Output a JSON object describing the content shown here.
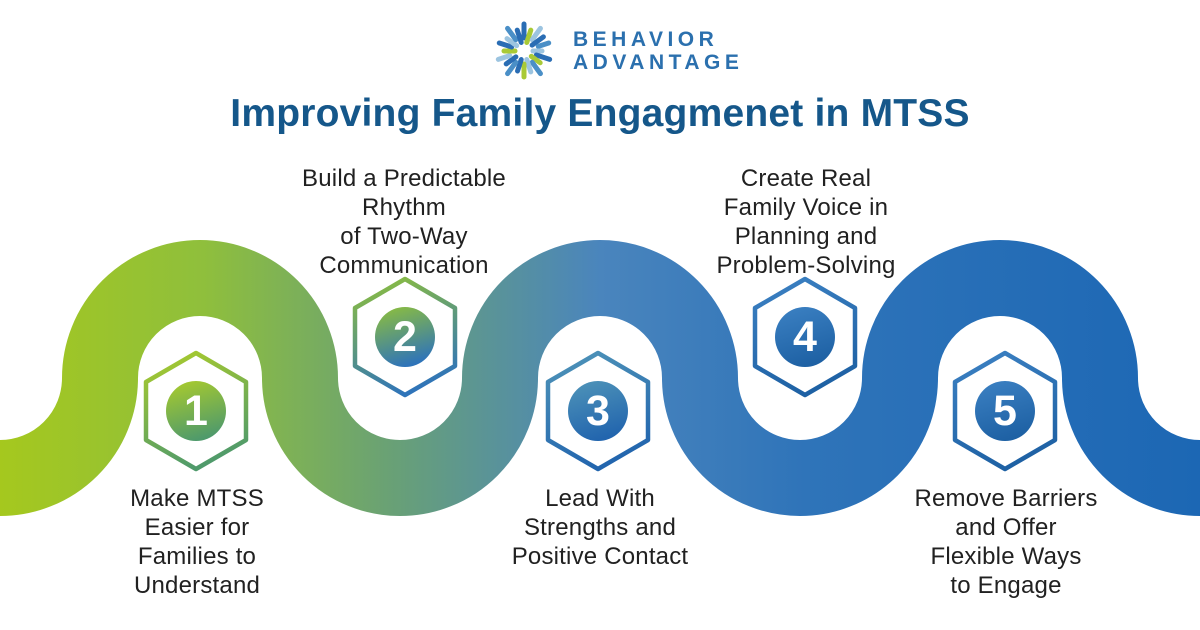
{
  "brand": {
    "line1": "BEHAVIOR",
    "line2": "ADVANTAGE",
    "text_color": "#2b70ae",
    "icon_colors": {
      "navy": "#2a6db4",
      "blue": "#4a8fc7",
      "light_blue": "#9cc4e0",
      "green": "#a9ca36"
    }
  },
  "title": {
    "text": "Improving Family Engagmenet in MTSS",
    "color": "#15578a"
  },
  "wave": {
    "gradient": [
      "#a5c81e",
      "#8fbf3c",
      "#68a077",
      "#4a85bd",
      "#2f74b9",
      "#1c67b4"
    ]
  },
  "step_text_color": "#212121",
  "steps": [
    {
      "number": "1",
      "label": "Make MTSS\nEasier for\nFamilies to\nUnderstand",
      "label_position": "below",
      "badge_from": "#a9cb2d",
      "badge_to": "#4f9a6b"
    },
    {
      "number": "2",
      "label": "Build a Predictable\nRhythm\nof Two-Way\nCommunication",
      "label_position": "above",
      "badge_from": "#8cbe3e",
      "badge_to": "#2f74b9"
    },
    {
      "number": "3",
      "label": "Lead With\nStrengths and\nPositive Contact",
      "label_position": "below",
      "badge_from": "#4e93b8",
      "badge_to": "#2265ae"
    },
    {
      "number": "4",
      "label": "Create Real\nFamily Voice in\nPlanning and\nProblem-Solving",
      "label_position": "above",
      "badge_from": "#3b80c2",
      "badge_to": "#1e61a4"
    },
    {
      "number": "5",
      "label": "Remove Barriers\nand Offer\nFlexible Ways\nto Engage",
      "label_position": "below",
      "badge_from": "#3b80c2",
      "badge_to": "#1e61a4"
    }
  ]
}
